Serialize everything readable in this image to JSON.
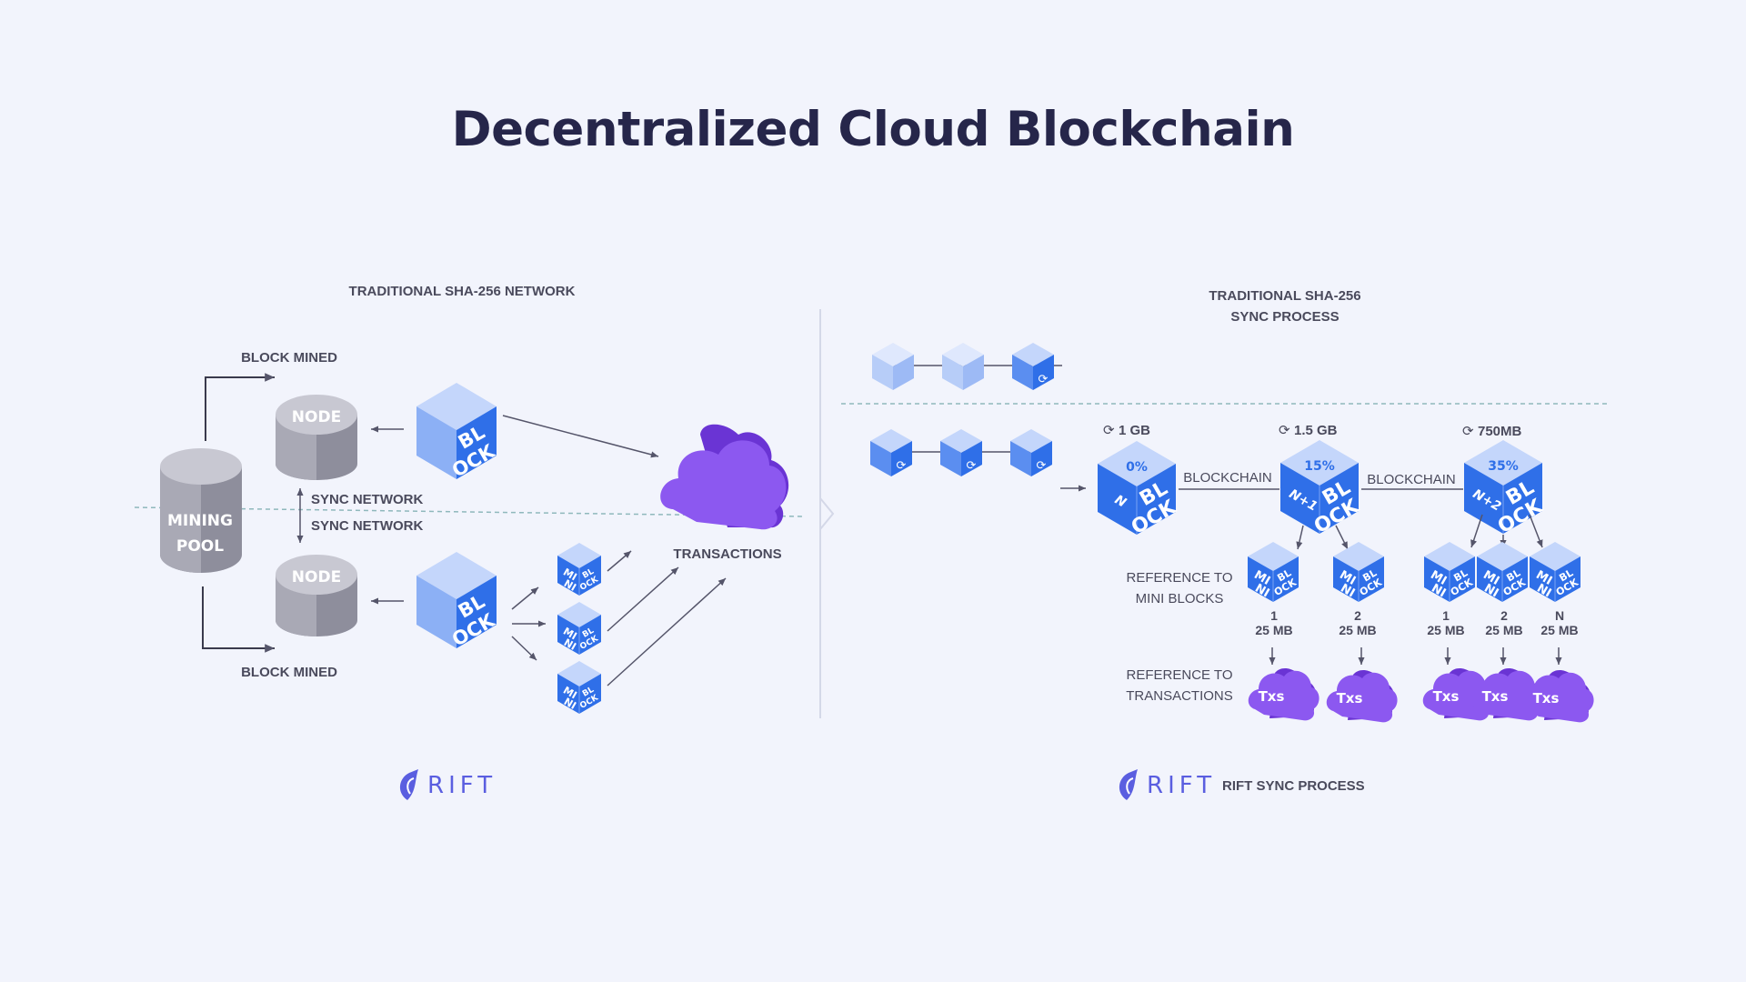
{
  "title": "Decentralized Cloud Blockchain",
  "left": {
    "heading": "TRADITIONAL SHA-256 NETWORK",
    "block_mined_top": "BLOCK MINED",
    "block_mined_bottom": "BLOCK MINED",
    "mining_pool_line1": "MINING",
    "mining_pool_line2": "POOL",
    "node_top": "NODE",
    "node_bottom": "NODE",
    "sync_network_1": "SYNC NETWORK",
    "sync_network_2": "SYNC NETWORK",
    "block_line1": "BL",
    "block_line2": "OCK",
    "mini_line1": "MI",
    "mini_line2": "NI",
    "mini_line3": "BL",
    "mini_line4": "OCK",
    "transactions": "TRANSACTIONS",
    "logo_text": "RIFT"
  },
  "right": {
    "heading_line1": "TRADITIONAL SHA-256",
    "heading_line2": "SYNC PROCESS",
    "blocks": [
      {
        "size": "1 GB",
        "percent": "0%",
        "index": "N"
      },
      {
        "size": "1.5 GB",
        "percent": "15%",
        "index": "N+1"
      },
      {
        "size": "750MB",
        "percent": "35%",
        "index": "N+2"
      }
    ],
    "blockchain_label": "BLOCKCHAIN",
    "ref_mini_line1": "REFERENCE TO",
    "ref_mini_line2": "MINI BLOCKS",
    "ref_tx_line1": "REFERENCE TO",
    "ref_tx_line2": "TRANSACTIONS",
    "mini_blocks": [
      {
        "num": "1",
        "size": "25 MB"
      },
      {
        "num": "2",
        "size": "25 MB"
      },
      {
        "num": "1",
        "size": "25 MB"
      },
      {
        "num": "2",
        "size": "25 MB"
      },
      {
        "num": "N",
        "size": "25 MB"
      }
    ],
    "txs_label": "Txs",
    "logo_text": "RIFT",
    "footer": "RIFT SYNC PROCESS"
  },
  "colors": {
    "background": "#f2f4fc",
    "title": "#26264a",
    "cube_top": "#c4d6fb",
    "cube_left": "#8cb0f5",
    "cube_right": "#2f6fe8",
    "cloud": "#8c58f0",
    "cylinder": "#a9a9b5",
    "logo": "#5a5ee0"
  }
}
